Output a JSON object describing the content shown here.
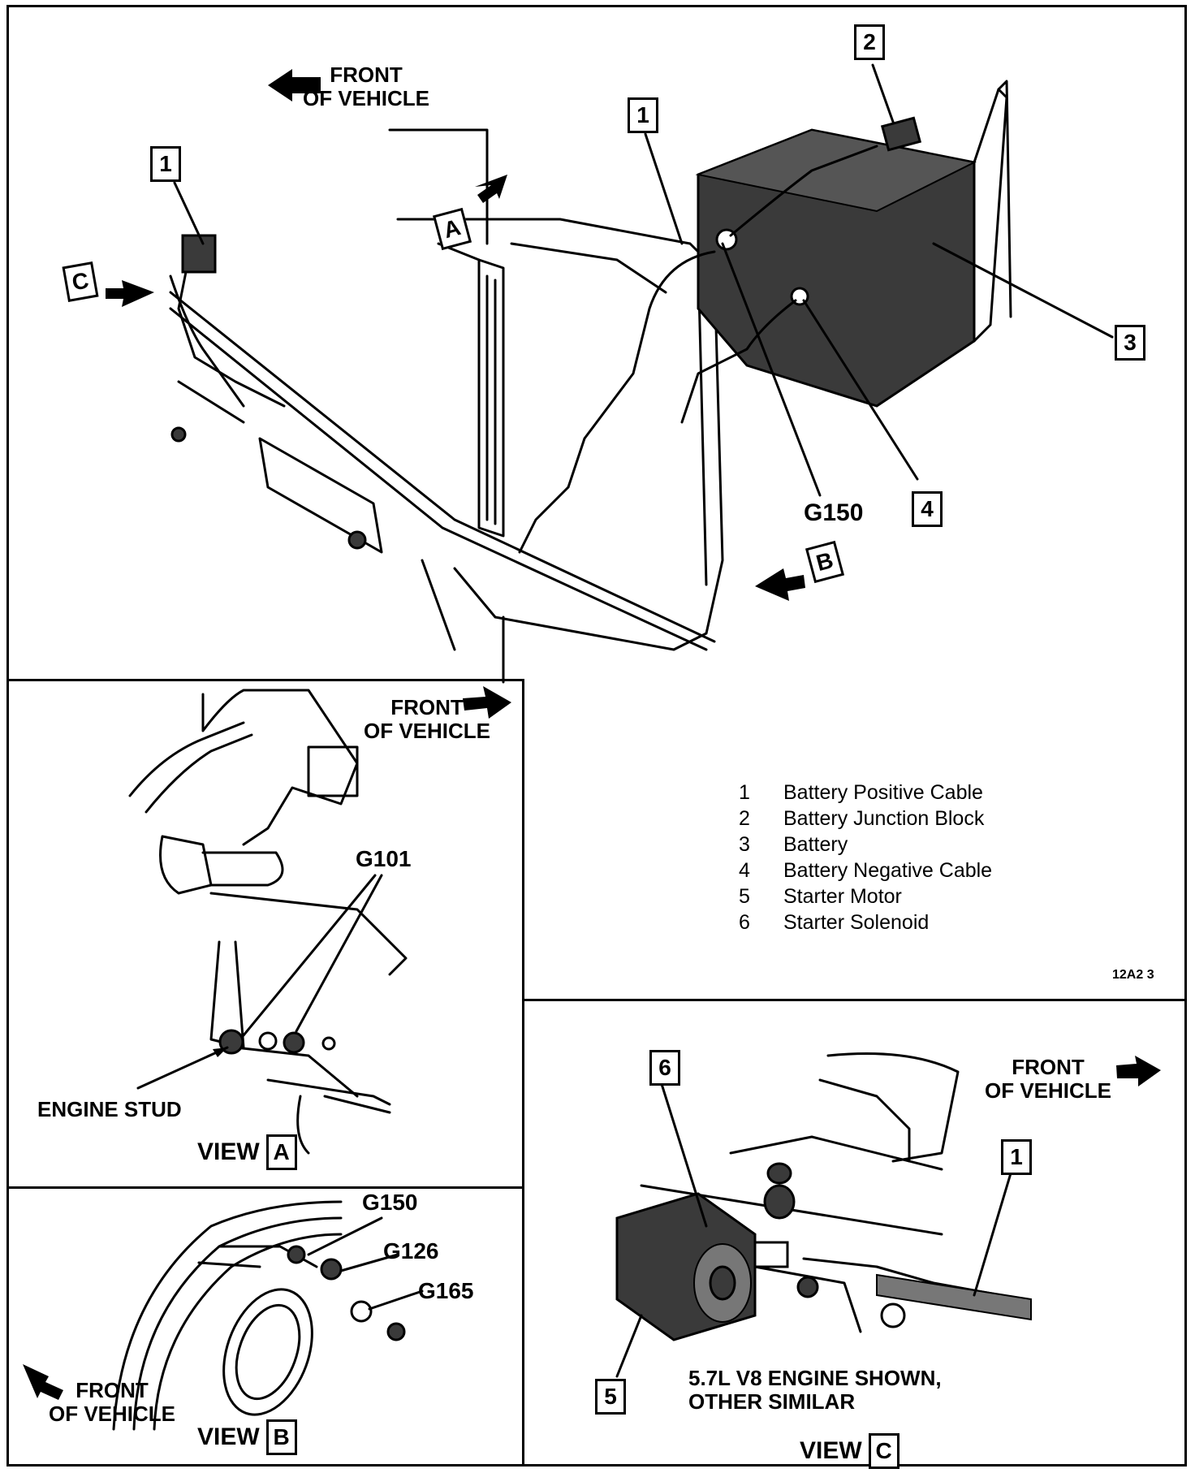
{
  "main_view": {
    "front_label": "FRONT\nOF VEHICLE",
    "callouts": [
      "1",
      "2",
      "1",
      "3",
      "4"
    ],
    "view_refs": [
      "A",
      "B",
      "C"
    ],
    "ground_label": "G150"
  },
  "legend": {
    "items": [
      {
        "num": "1",
        "text": "Battery Positive Cable"
      },
      {
        "num": "2",
        "text": "Battery Junction Block"
      },
      {
        "num": "3",
        "text": "Battery"
      },
      {
        "num": "4",
        "text": "Battery Negative Cable"
      },
      {
        "num": "5",
        "text": "Starter Motor"
      },
      {
        "num": "6",
        "text": "Starter Solenoid"
      }
    ],
    "figure_id": "12A2 3"
  },
  "view_a": {
    "front_label": "FRONT\nOF VEHICLE",
    "ground_label": "G101",
    "stud_label": "ENGINE STUD",
    "view_word": "VIEW",
    "view_letter": "A"
  },
  "view_b": {
    "front_label": "FRONT\nOF VEHICLE",
    "grounds": [
      "G150",
      "G126",
      "G165"
    ],
    "view_word": "VIEW",
    "view_letter": "B"
  },
  "view_c": {
    "front_label": "FRONT\nOF VEHICLE",
    "callouts": [
      "6",
      "1",
      "5"
    ],
    "note": "5.7L V8 ENGINE SHOWN,\nOTHER SIMILAR",
    "view_word": "VIEW",
    "view_letter": "C"
  },
  "colors": {
    "ink": "#000000",
    "paper": "#ffffff",
    "shade": "#3a3a3a"
  }
}
